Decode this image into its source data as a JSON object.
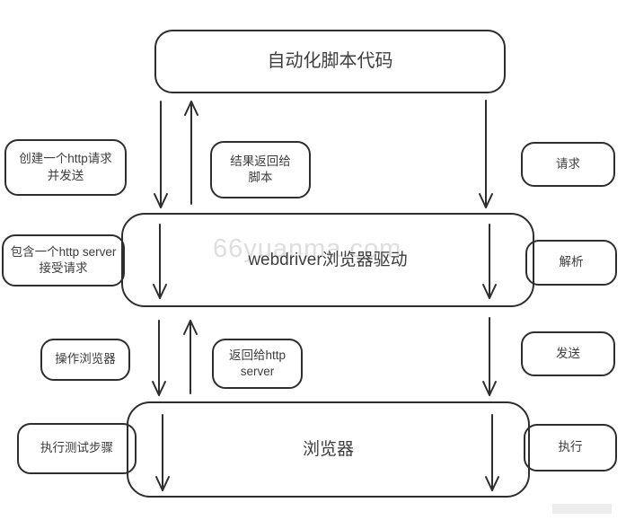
{
  "meta": {
    "background_color": "#ffffff",
    "stroke_color": "#2e2e2e",
    "text_color": "#3d3d3d",
    "watermark_color": "#dedede"
  },
  "diagram": {
    "type": "flowchart",
    "nodes": {
      "script_code": "自动化脚本代码",
      "webdriver_driver": "webdriver浏览器驱动",
      "browser": "浏览器",
      "create_request": "创建一个http请求\n并发送",
      "result_to_script": "结果返回给\n脚本",
      "request": "请求",
      "http_server": "包含一个http server\n接受请求",
      "parse": "解析",
      "operate_browser": "操作浏览器",
      "return_http_server": "返回给http\nserver",
      "send": "发送",
      "execute_steps": "执行测试步骤",
      "execute": "执行"
    },
    "watermark": "66yuanma.com",
    "edges": [
      {
        "from": "script_code",
        "to": "webdriver_driver",
        "side": "left",
        "direction": "down",
        "label": "创建一个http请求并发送 / 请求"
      },
      {
        "from": "webdriver_driver",
        "to": "script_code",
        "side": "left",
        "direction": "up",
        "label": "结果返回给脚本"
      },
      {
        "from": "script_code",
        "to": "webdriver_driver",
        "side": "right",
        "direction": "down",
        "label": "请求"
      },
      {
        "from": "webdriver_driver",
        "to": "browser",
        "side": "left",
        "direction": "down",
        "label": "操作浏览器 / 发送"
      },
      {
        "from": "browser",
        "to": "webdriver_driver",
        "side": "left",
        "direction": "up",
        "label": "返回给http server"
      },
      {
        "from": "webdriver_driver",
        "to": "browser",
        "side": "right",
        "direction": "down",
        "label": "发送"
      },
      {
        "through": "webdriver_driver",
        "direction": "down",
        "label": "解析"
      },
      {
        "through": "browser",
        "direction": "down",
        "label": "执行"
      }
    ]
  }
}
